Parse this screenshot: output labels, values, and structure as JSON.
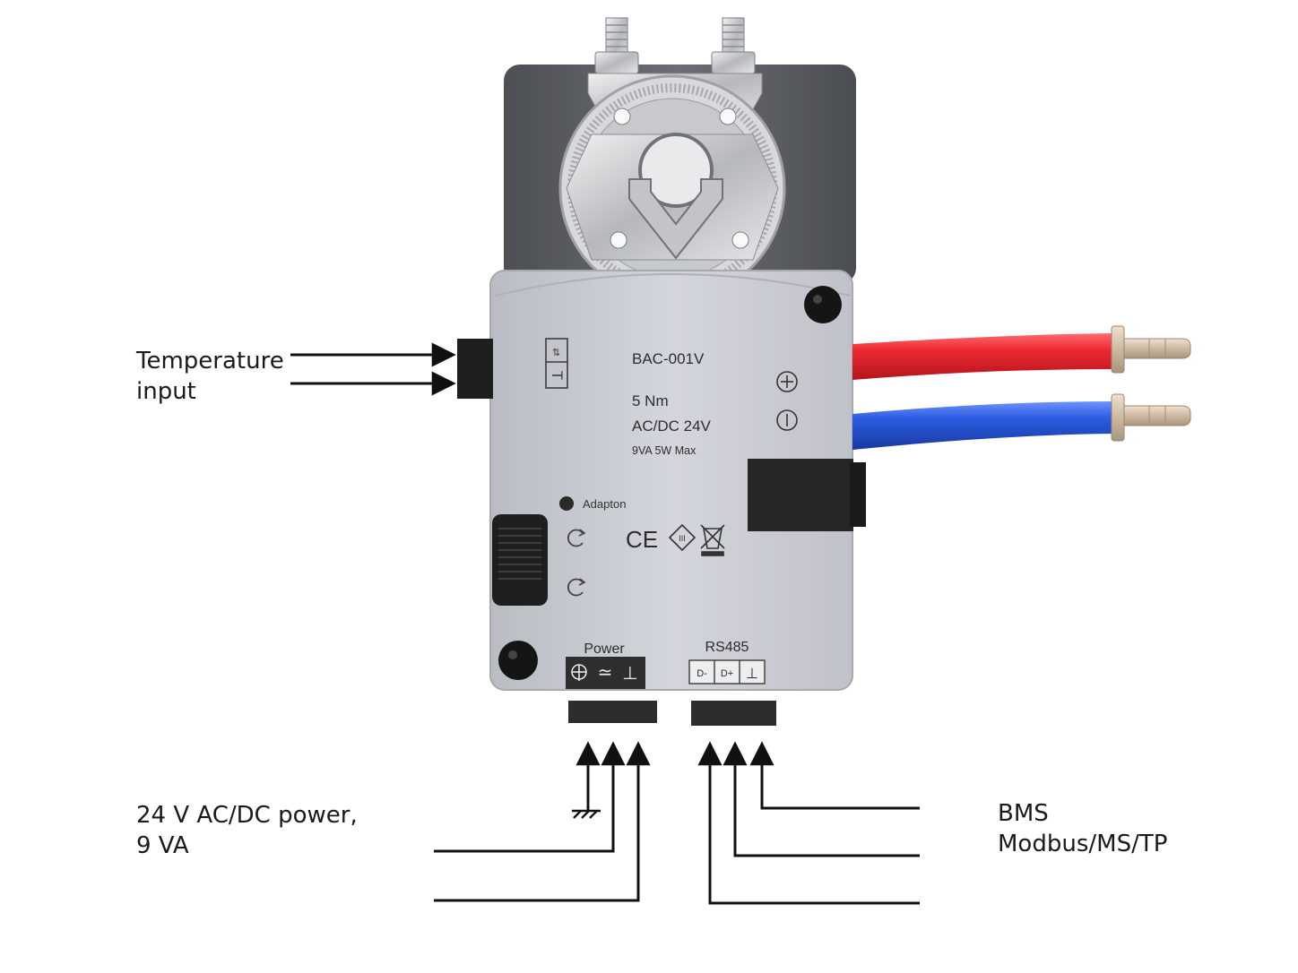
{
  "callouts": {
    "temperature": {
      "line1": "Temperature",
      "line2": "input"
    },
    "power": {
      "line1": "24 V AC/DC power,",
      "line2": "9 VA"
    },
    "bms": {
      "line1": "BMS",
      "line2": "Modbus/MS/TP"
    }
  },
  "device": {
    "model": "BAC-001V",
    "torque": "5 Nm",
    "supply": "AC/DC 24V",
    "rating": "9VA 5W Max",
    "adaption_label": "Adapton",
    "sensor_terminal_label": "T",
    "power_label": "Power",
    "rs485_label": "RS485",
    "rs485_terminals": [
      "D-",
      "D+",
      "⊥"
    ],
    "power_terminals": [
      "≃",
      "⊥"
    ],
    "ce_mark": "CE",
    "class_mark": "III"
  },
  "colors": {
    "housing_light": "#c9ccd2",
    "housing_dark": "#5b5e63",
    "hose_red": "#e8262f",
    "hose_blue": "#2a59d6",
    "connector": "#2b2b2b",
    "arrow": "#111111"
  }
}
